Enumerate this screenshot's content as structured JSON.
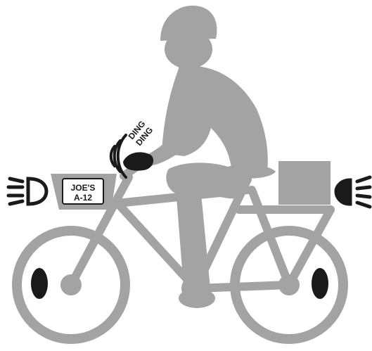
{
  "illustration": {
    "topic": "bicycle safety equipment",
    "colors": {
      "figure": "#a3a3a3",
      "dark": "#1a1a1a",
      "background": "#ffffff",
      "plate": "#ffffff"
    },
    "bell": {
      "sound_line_1": "DING",
      "sound_line_2": "DING"
    },
    "license_plate": {
      "line_1": "JOE'S",
      "line_2": "A-12"
    },
    "icons": {
      "front_light": "headlight-icon",
      "rear_light": "taillight-icon",
      "bell": "bell-icon",
      "helmet": "helmet-icon",
      "wheel_reflectors": "reflector-icon"
    }
  }
}
